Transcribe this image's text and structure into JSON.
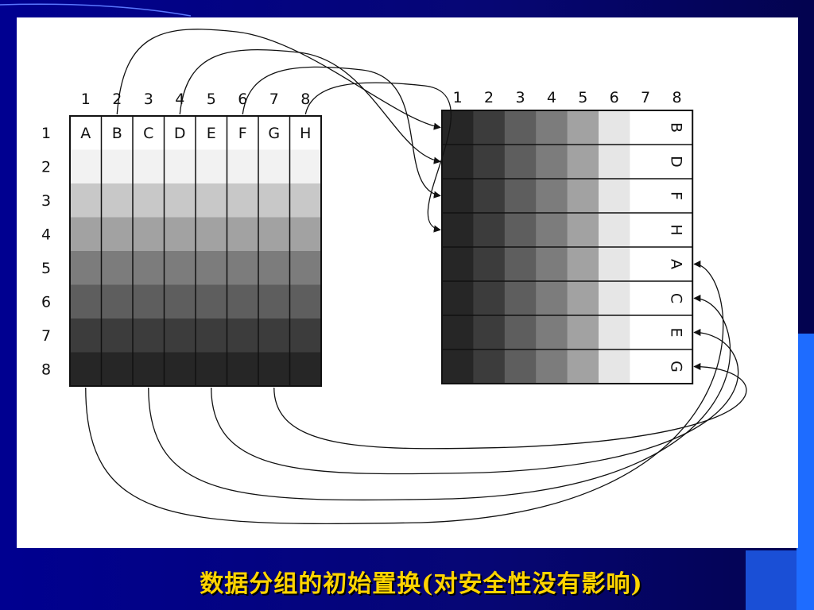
{
  "caption": "数据分组的初始置换(对安全性没有影响)",
  "diagram": {
    "left_grid": {
      "column_labels": [
        "1",
        "2",
        "3",
        "4",
        "5",
        "6",
        "7",
        "8"
      ],
      "row_labels": [
        "1",
        "2",
        "3",
        "4",
        "5",
        "6",
        "7",
        "8"
      ],
      "cell_letters": [
        "A",
        "B",
        "C",
        "D",
        "E",
        "F",
        "G",
        "H"
      ]
    },
    "right_grid": {
      "column_labels": [
        "1",
        "2",
        "3",
        "4",
        "5",
        "6",
        "7",
        "8"
      ],
      "row_letters": [
        "B",
        "D",
        "F",
        "H",
        "A",
        "C",
        "E",
        "G"
      ]
    },
    "row_shades": [
      "#ffffff",
      "#f2f2f2",
      "#c8c8c8",
      "#a2a2a2",
      "#7c7c7c",
      "#5e5e5e",
      "#3c3c3c",
      "#262626"
    ],
    "column_shades": [
      "#262626",
      "#3c3c3c",
      "#5e5e5e",
      "#7c7c7c",
      "#a2a2a2",
      "#e6e6e6",
      "#ffffff",
      "#ffffff"
    ],
    "mapping": [
      {
        "from": "B",
        "to_row": 1
      },
      {
        "from": "D",
        "to_row": 2
      },
      {
        "from": "F",
        "to_row": 3
      },
      {
        "from": "H",
        "to_row": 4
      },
      {
        "from": "A",
        "to_row": 5
      },
      {
        "from": "C",
        "to_row": 6
      },
      {
        "from": "E",
        "to_row": 7
      },
      {
        "from": "G",
        "to_row": 8
      }
    ]
  }
}
